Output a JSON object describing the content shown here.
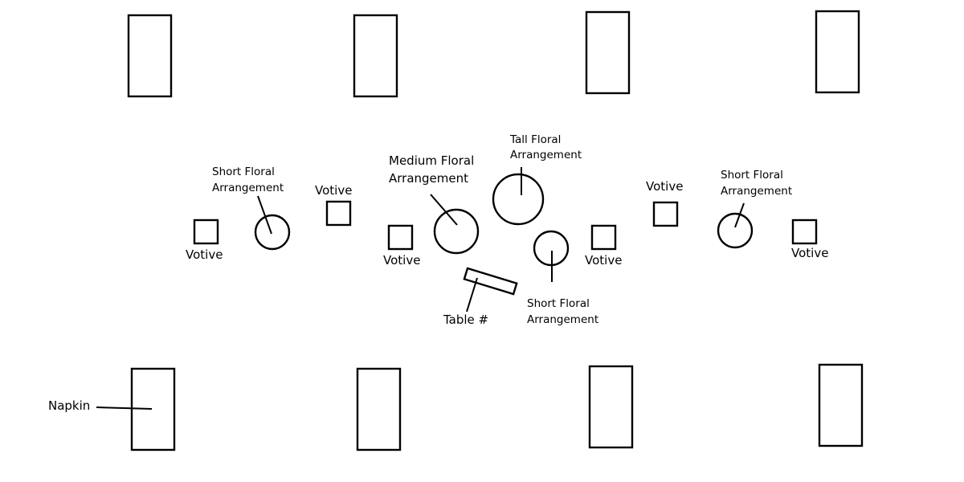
{
  "diagram": {
    "title": "Table setting layout",
    "labels": {
      "napkin": "Napkin",
      "votive": "Votive",
      "short_floral_line1": "Short Floral",
      "short_floral_line2": "Arrangement",
      "medium_floral_line1": "Medium Floral",
      "medium_floral_line2": "Arrangement",
      "tall_floral_line1": "Tall Floral",
      "tall_floral_line2": "Arrangement",
      "table_number": "Table #"
    },
    "counts": {
      "napkins": 8,
      "votives": 6,
      "short_floral_arrangements": 3,
      "medium_floral_arrangements": 1,
      "tall_floral_arrangements": 1,
      "table_number_cards": 1
    },
    "colors": {
      "stroke": "#000000",
      "background": "#ffffff"
    }
  }
}
